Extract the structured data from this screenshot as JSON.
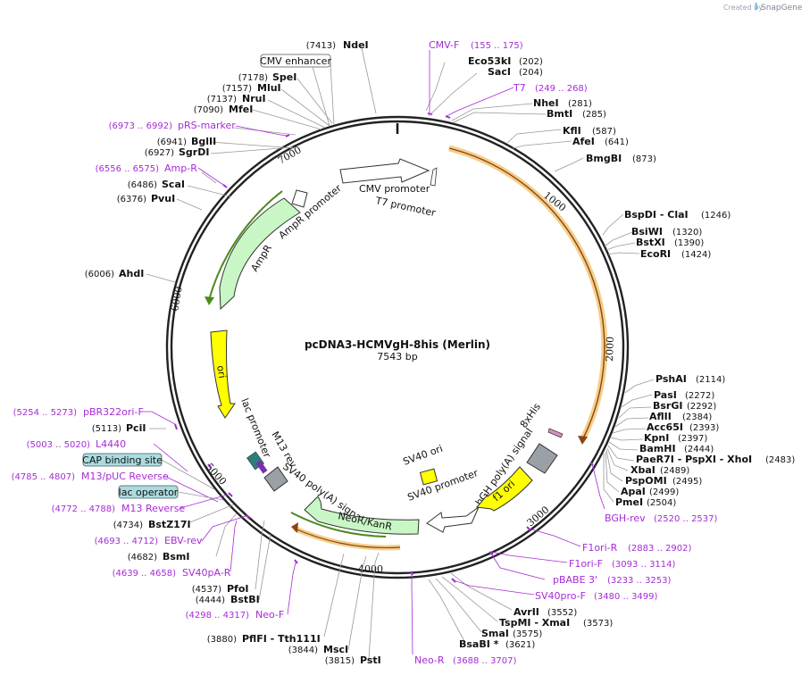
{
  "branding": {
    "created_by": "Created by",
    "product": "SnapGene"
  },
  "plasmid": {
    "name": "pcDNA3-HCMVgH-8his (Merlin)",
    "size": "7543 bp"
  },
  "ticks": [
    "1000",
    "2000",
    "3000",
    "4000",
    "5000",
    "6000",
    "7000"
  ],
  "enzymes": [
    {
      "name": "NdeI",
      "pos": "(7413)"
    },
    {
      "name": "SpeI",
      "pos": "(7178)"
    },
    {
      "name": "MluI",
      "pos": "(7157)"
    },
    {
      "name": "NruI",
      "pos": "(7137)"
    },
    {
      "name": "MfeI",
      "pos": "(7090)"
    },
    {
      "name": "BglII",
      "pos": "(6941)"
    },
    {
      "name": "SgrDI",
      "pos": "(6927)"
    },
    {
      "name": "ScaI",
      "pos": "(6486)"
    },
    {
      "name": "PvuI",
      "pos": "(6376)"
    },
    {
      "name": "AhdI",
      "pos": "(6006)"
    },
    {
      "name": "PciI",
      "pos": "(5113)"
    },
    {
      "name": "BstZ17I",
      "pos": "(4734)"
    },
    {
      "name": "BsmI",
      "pos": "(4682)"
    },
    {
      "name": "PfoI",
      "pos": "(4537)"
    },
    {
      "name": "BstBI",
      "pos": "(4444)"
    },
    {
      "name": "PflFI - Tth111I",
      "pos": "(3880)"
    },
    {
      "name": "MscI",
      "pos": "(3844)"
    },
    {
      "name": "PstI",
      "pos": "(3815)"
    },
    {
      "name": "Eco53kI",
      "pos": "(202)"
    },
    {
      "name": "SacI",
      "pos": "(204)"
    },
    {
      "name": "NheI",
      "pos": "(281)"
    },
    {
      "name": "BmtI",
      "pos": "(285)"
    },
    {
      "name": "KflI",
      "pos": "(587)"
    },
    {
      "name": "AfeI",
      "pos": "(641)"
    },
    {
      "name": "BmgBI",
      "pos": "(873)"
    },
    {
      "name": "BspDI - ClaI",
      "pos": "(1246)"
    },
    {
      "name": "BsiWI",
      "pos": "(1320)"
    },
    {
      "name": "BstXI",
      "pos": "(1390)"
    },
    {
      "name": "EcoRI",
      "pos": "(1424)"
    },
    {
      "name": "PshAI",
      "pos": "(2114)"
    },
    {
      "name": "PasI",
      "pos": "(2272)"
    },
    {
      "name": "BsrGI",
      "pos": "(2292)"
    },
    {
      "name": "AflII",
      "pos": "(2384)"
    },
    {
      "name": "Acc65I",
      "pos": "(2393)"
    },
    {
      "name": "KpnI",
      "pos": "(2397)"
    },
    {
      "name": "BamHI",
      "pos": "(2444)"
    },
    {
      "name": "PaeR7I - PspXI - XhoI",
      "pos": "(2483)"
    },
    {
      "name": "XbaI",
      "pos": "(2489)"
    },
    {
      "name": "PspOMI",
      "pos": "(2495)"
    },
    {
      "name": "ApaI",
      "pos": "(2499)"
    },
    {
      "name": "PmeI",
      "pos": "(2504)"
    },
    {
      "name": "AvrII",
      "pos": "(3552)"
    },
    {
      "name": "TspMI - XmaI",
      "pos": "(3573)"
    },
    {
      "name": "SmaI",
      "pos": "(3575)"
    },
    {
      "name": "BsaBI *",
      "pos": "(3621)"
    }
  ],
  "primers": [
    {
      "name": "CMV-F",
      "range": "(155 .. 175)"
    },
    {
      "name": "T7",
      "range": "(249 .. 268)"
    },
    {
      "name": "pRS-marker",
      "range": "(6973 .. 6992)"
    },
    {
      "name": "Amp-R",
      "range": "(6556 .. 6575)"
    },
    {
      "name": "pBR322ori-F",
      "range": "(5254 .. 5273)"
    },
    {
      "name": "L4440",
      "range": "(5003 .. 5020)"
    },
    {
      "name": "M13/pUC Reverse",
      "range": "(4785 .. 4807)"
    },
    {
      "name": "M13 Reverse",
      "range": "(4772 .. 4788)"
    },
    {
      "name": "EBV-rev",
      "range": "(4693 .. 4712)"
    },
    {
      "name": "SV40pA-R",
      "range": "(4639 .. 4658)"
    },
    {
      "name": "Neo-F",
      "range": "(4298 .. 4317)"
    },
    {
      "name": "Neo-R",
      "range": "(3688 .. 3707)"
    },
    {
      "name": "BGH-rev",
      "range": "(2520 .. 2537)"
    },
    {
      "name": "F1ori-R",
      "range": "(2883 .. 2902)"
    },
    {
      "name": "F1ori-F",
      "range": "(3093 .. 3114)"
    },
    {
      "name": "pBABE 3'",
      "range": "(3233 .. 3253)"
    },
    {
      "name": "SV40pro-F",
      "range": "(3480 .. 3499)"
    }
  ],
  "boxed_labels": [
    "CMV enhancer",
    "CAP binding site",
    "lac operator"
  ],
  "features": [
    "CMV promoter",
    "T7 promoter",
    "AmpR promoter",
    "AmpR",
    "ori",
    "lac promoter",
    "M13 rev",
    "SV40 poly(A) signal",
    "NeoR/KanR",
    "SV40 promoter",
    "SV40 ori",
    "bGH poly(A) signal",
    "f1 ori",
    "8xHis"
  ]
}
